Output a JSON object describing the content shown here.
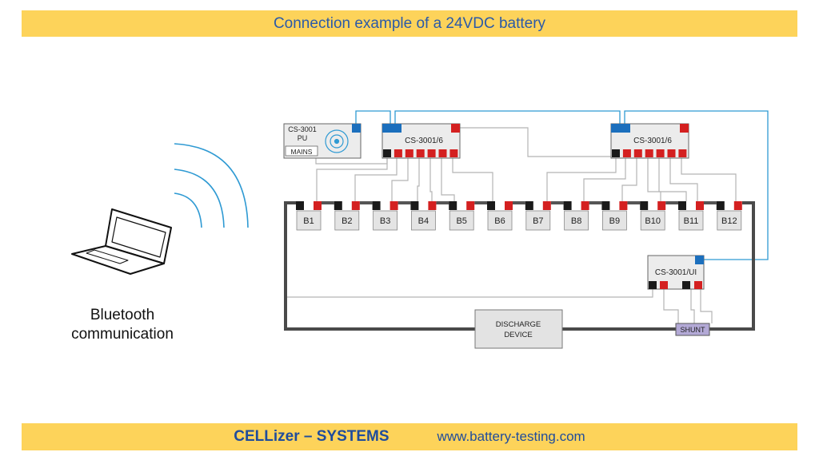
{
  "header": {
    "title": "Connection example of a 24VDC battery"
  },
  "footer": {
    "brand": "CELLizer – SYSTEMS",
    "url": "www.battery-testing.com"
  },
  "laptop": {
    "caption_line1": "Bluetooth",
    "caption_line2": "communication"
  },
  "pu_unit": {
    "line1": "CS-3001",
    "line2": "PU",
    "mains": "MAINS"
  },
  "modules": [
    "CS-3001/6",
    "CS-3001/6"
  ],
  "ui_unit": {
    "label": "CS-3001/UI"
  },
  "discharge": {
    "line1": "DISCHARGE",
    "line2": "DEVICE"
  },
  "shunt": {
    "label": "SHUNT"
  },
  "cells": [
    "B1",
    "B2",
    "B3",
    "B4",
    "B5",
    "B6",
    "B7",
    "B8",
    "B9",
    "B10",
    "B11",
    "B12"
  ],
  "colors": {
    "banner": "#fdd35a",
    "title_text": "#2b5aa8",
    "comm_wire": "#2f9ad3",
    "positive": "#d42020",
    "negative": "#1a1a1a",
    "bus": "#555555",
    "signal_wire": "#b5b5b5",
    "module_fill": "#ececec",
    "blue_port": "#1b6fbd",
    "shunt_fill": "#b3a9d6"
  }
}
